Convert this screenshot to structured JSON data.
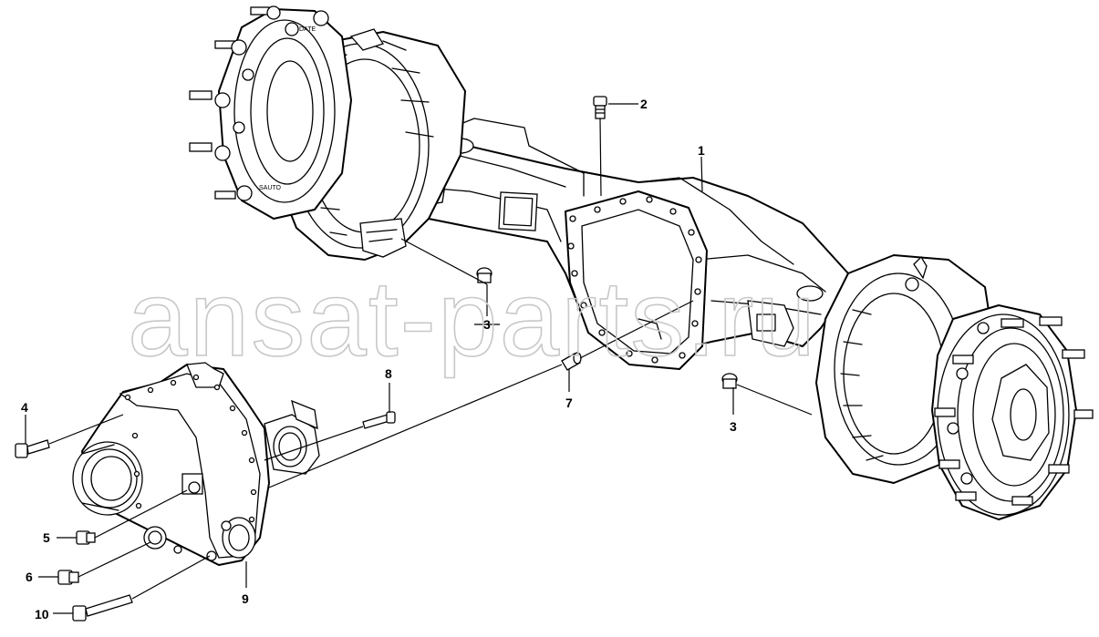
{
  "watermark": "ansat-parts.ru",
  "callouts": {
    "c1": "1",
    "c2": "2",
    "c3a": "3",
    "c3b": "3",
    "c4": "4",
    "c5": "5",
    "c6": "6",
    "c7": "7",
    "c8": "8",
    "c9": "9",
    "c10": "10"
  },
  "hub_stamp_1": "DATE",
  "hub_stamp_2": "SAUTO"
}
